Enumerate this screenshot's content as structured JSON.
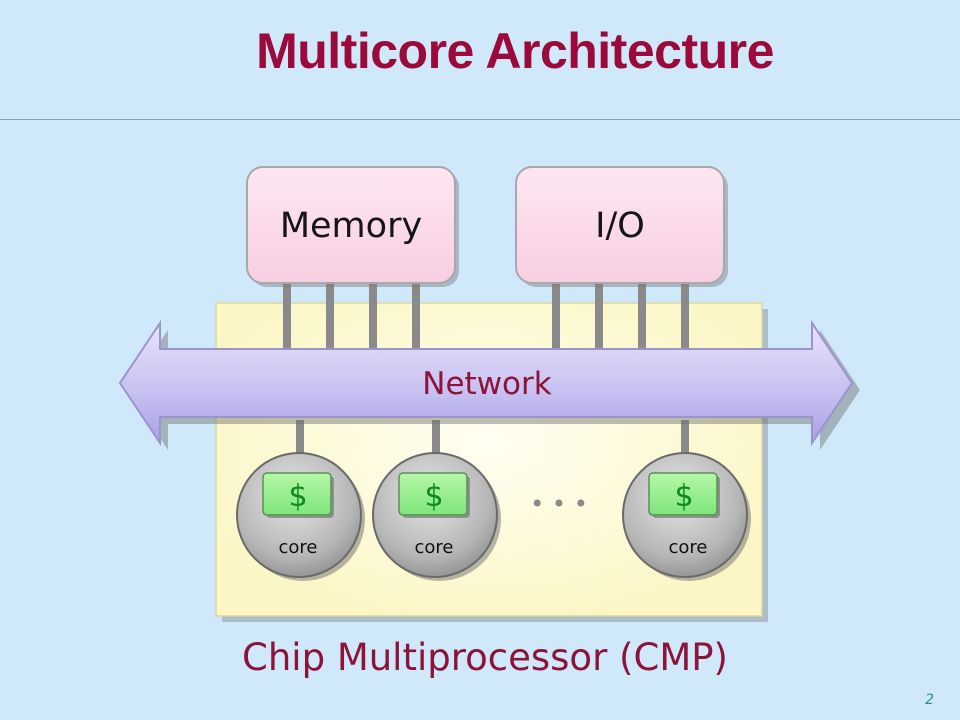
{
  "slide": {
    "title": "Multicore Architecture",
    "caption": "Chip Multiprocessor (CMP)",
    "page_number": "2"
  },
  "diagram": {
    "memory_label": "Memory",
    "io_label": "I/O",
    "network_label": "Network",
    "ellipsis": "• • •",
    "cores": [
      {
        "cache_label": "$",
        "core_label": "core"
      },
      {
        "cache_label": "$",
        "core_label": "core"
      },
      {
        "cache_label": "$",
        "core_label": "core"
      }
    ]
  }
}
